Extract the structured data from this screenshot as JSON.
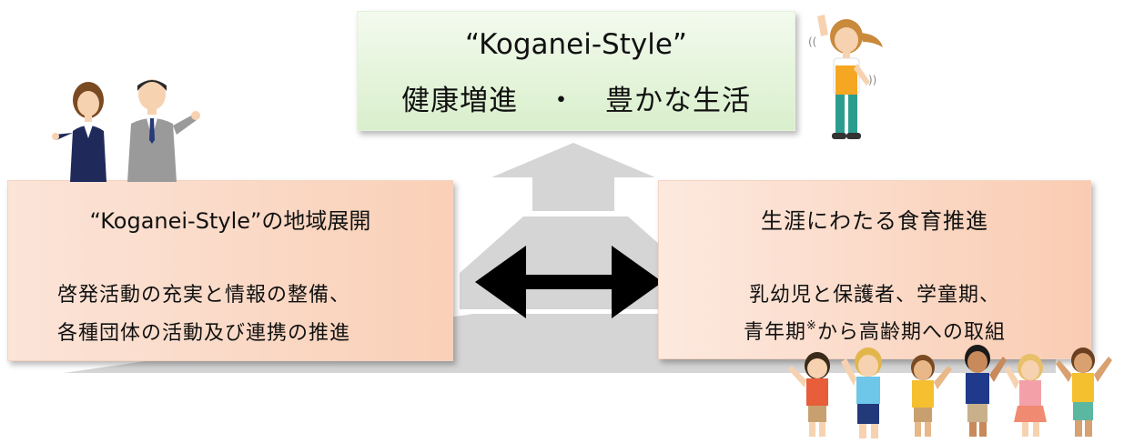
{
  "top_box": {
    "line1": "“Koganei-Style”",
    "line2": "健康増進　・　豊かな生活"
  },
  "left_box": {
    "title": "“Koganei-Style”の地域展開",
    "body_line1": "啓発活動の充実と情報の整備、",
    "body_line2": "各種団体の活動及び連携の推進"
  },
  "right_box": {
    "title": "生涯にわたる食育推進",
    "body_line1": "乳幼児と保護者、学童期、",
    "body_line2_pre": "青年期",
    "body_line2_mark": "※",
    "body_line2_post": "から高齢期への取組"
  },
  "colors": {
    "top_box": "#d9efcc",
    "side_boxes": "#fad0b7",
    "pyramid": "#d6d6d6",
    "arrow": "#000000"
  },
  "icons": [
    "up-arrow",
    "double-headed-arrow",
    "business-people-illustration",
    "girl-stretching-illustration",
    "children-group-illustration"
  ]
}
